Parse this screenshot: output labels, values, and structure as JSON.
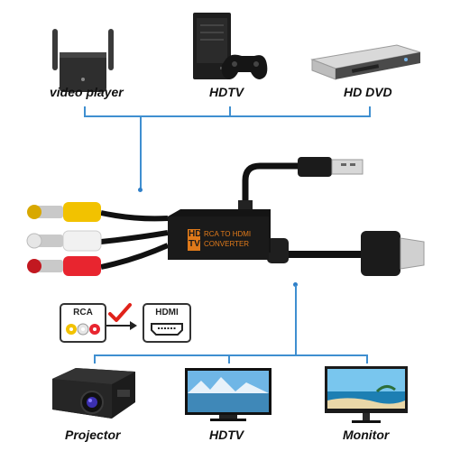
{
  "sources": {
    "video_player": "video player",
    "hdtv": "HDTV",
    "hd_dvd": "HD DVD"
  },
  "converter": {
    "logo_line1": "HD",
    "logo_line2": "TV",
    "title": "RCA TO HDMI",
    "subtitle": "CONVERTER"
  },
  "conversion": {
    "from": "RCA",
    "to": "HDMI"
  },
  "outputs": {
    "projector": "Projector",
    "hdtv": "HDTV",
    "monitor": "Monitor"
  },
  "colors": {
    "connector_line": "#3f8fd0",
    "converter_accent": "#e07a1a",
    "check_mark": "#e0221a"
  }
}
